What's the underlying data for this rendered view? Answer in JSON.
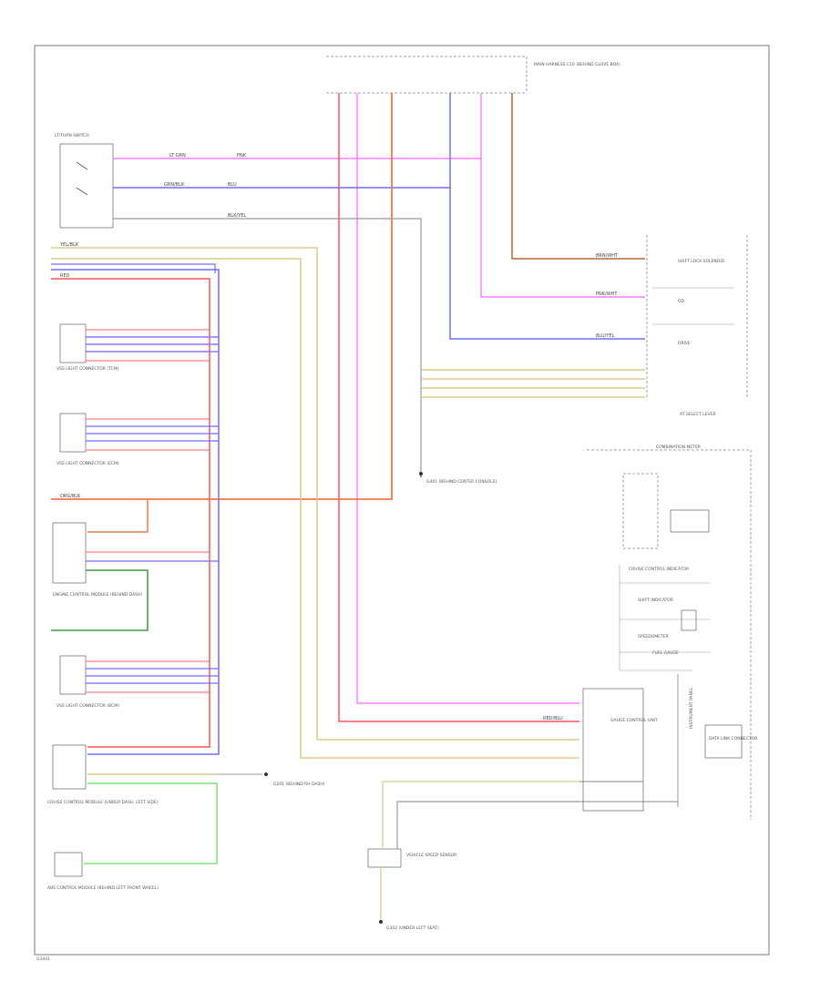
{
  "diagram": {
    "footer_code": "G3441",
    "colors": {
      "pink": "#ff7fff",
      "red": "#ff5555",
      "blue": "#6f6fff",
      "green": "#7fe07f",
      "dkgreen": "#3f9a3f",
      "brown": "#b06a3a",
      "tan": "#d8cc8a",
      "gray": "#999999",
      "orange": "#f07a4a",
      "frame": "#777777"
    },
    "wire_labels": {
      "pnk": "PNK",
      "red": "RED",
      "blu": "BLU",
      "grn_blk": "GRN/BLK",
      "blk_yel": "BLK/YEL",
      "yel_blk": "YEL/BLK",
      "brn_wht": "BRN/WHT",
      "lt_grn": "LT GRN",
      "red_blu": "RED/BLU",
      "pnk_wht": "PNK/WHT",
      "blu_yel": "BLU/YEL",
      "org_blk": "ORG/BLK"
    },
    "components": {
      "top_connector": "MAIN HARNESS C10 (BEHIND GLOVE BOX)",
      "switch_top_left": "LT/TURN SWITCH",
      "shift_lever": "AT SELECT LEVER",
      "combination_meter": "COMBINATION METER",
      "vss_left_1": "VSS LIGHT CONNECTOR (TCM)",
      "vss_left_2": "VSS LIGHT CONNECTOR (ECM)",
      "engine_control": "ENGINE CONTROL MODULE (BEHIND DASH)",
      "vss_left_3": "VSS LIGHT CONNECTOR (BCM)",
      "cruise_control": "CRUISE CONTROL MODULE (UNDER DASH, LEFT SIDE)",
      "abs_control": "ABS CONTROL MODULE (BEHIND LEFT FRONT WHEEL)",
      "speed_sensor": "VEHICLE SPEED SENSOR",
      "gnd_center": "G401 (BEHIND CENTER CONSOLE)",
      "gnd_bottom": "G302 (UNDER LEFT SEAT)",
      "gnd_right": "G201 (BEHIND RH DASH)",
      "shift_positions": [
        "SHIFT LOCK SOLENOID",
        "OD",
        "DRIVE"
      ],
      "meter_inner_1": "CRUISE CONTROL INDICATOR",
      "meter_inner_2": "SHIFT INDICATOR",
      "meter_inner_3": "SPEEDOMETER",
      "meter_inner_4": "FUEL GAUGE",
      "meter_ic": "GAUGE CONTROL UNIT",
      "meter_vertical": "INSTRUMENT PANEL",
      "meter_right_box": "DATA LINK CONNECTOR"
    }
  }
}
